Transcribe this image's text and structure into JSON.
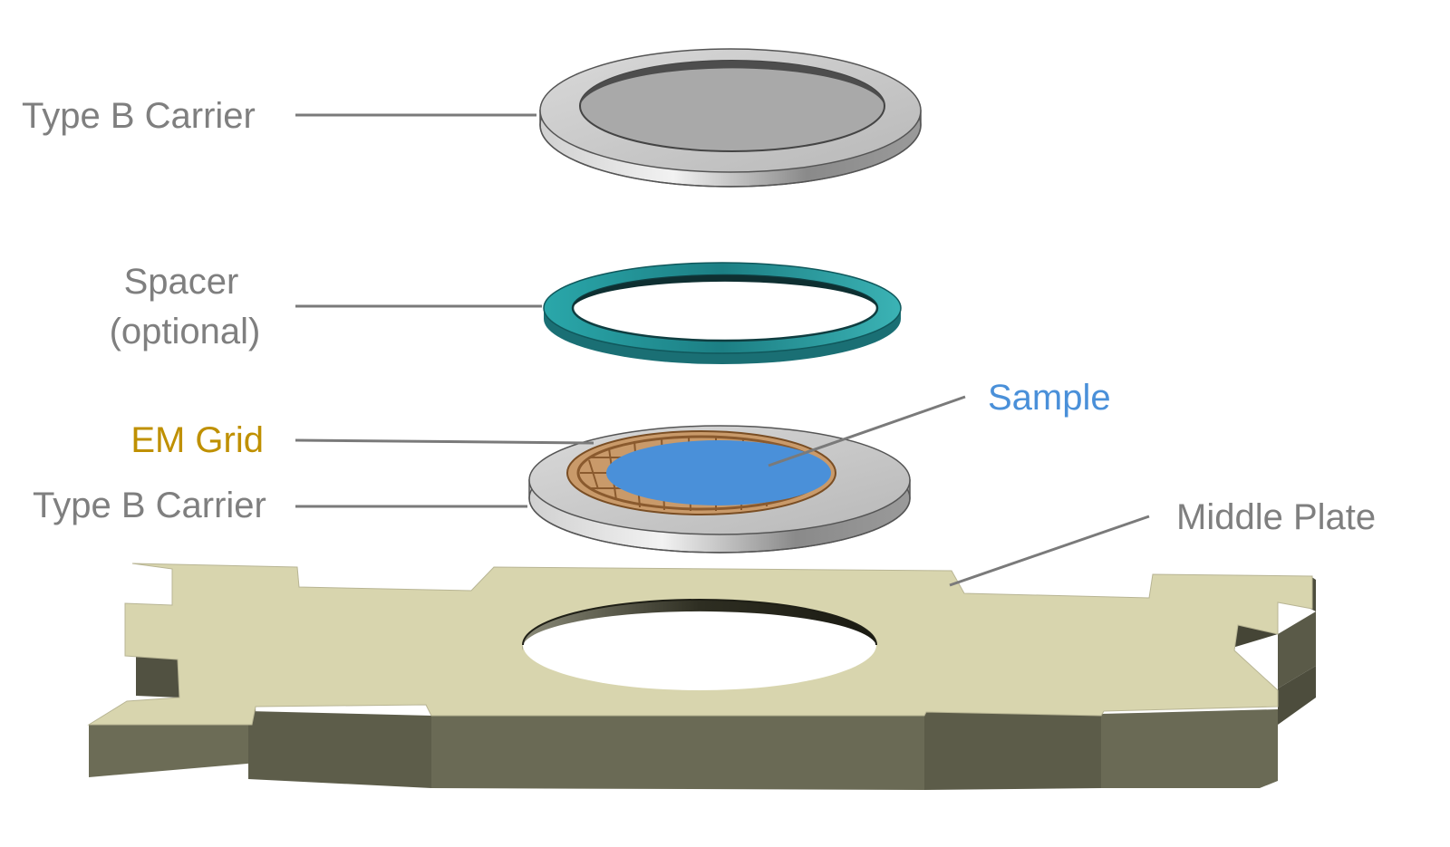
{
  "labels": {
    "top_carrier": "Type B Carrier",
    "spacer_line1": "Spacer",
    "spacer_line2": "(optional)",
    "em_grid": "EM Grid",
    "bottom_carrier": "Type B Carrier",
    "sample": "Sample",
    "middle_plate": "Middle Plate"
  },
  "colors": {
    "label_gray": "#7f7f7f",
    "em_grid_gold": "#bf9000",
    "sample_blue": "#4a90d9",
    "leader_line": "#7a7a7a",
    "carrier_top": "#c4c4c4",
    "carrier_side": "#8c8c8c",
    "spacer_teal": "#1f8b8f",
    "grid_copper": "#b07a45",
    "plate_top": "#d8d5ae",
    "plate_side": "#6a6a55"
  }
}
